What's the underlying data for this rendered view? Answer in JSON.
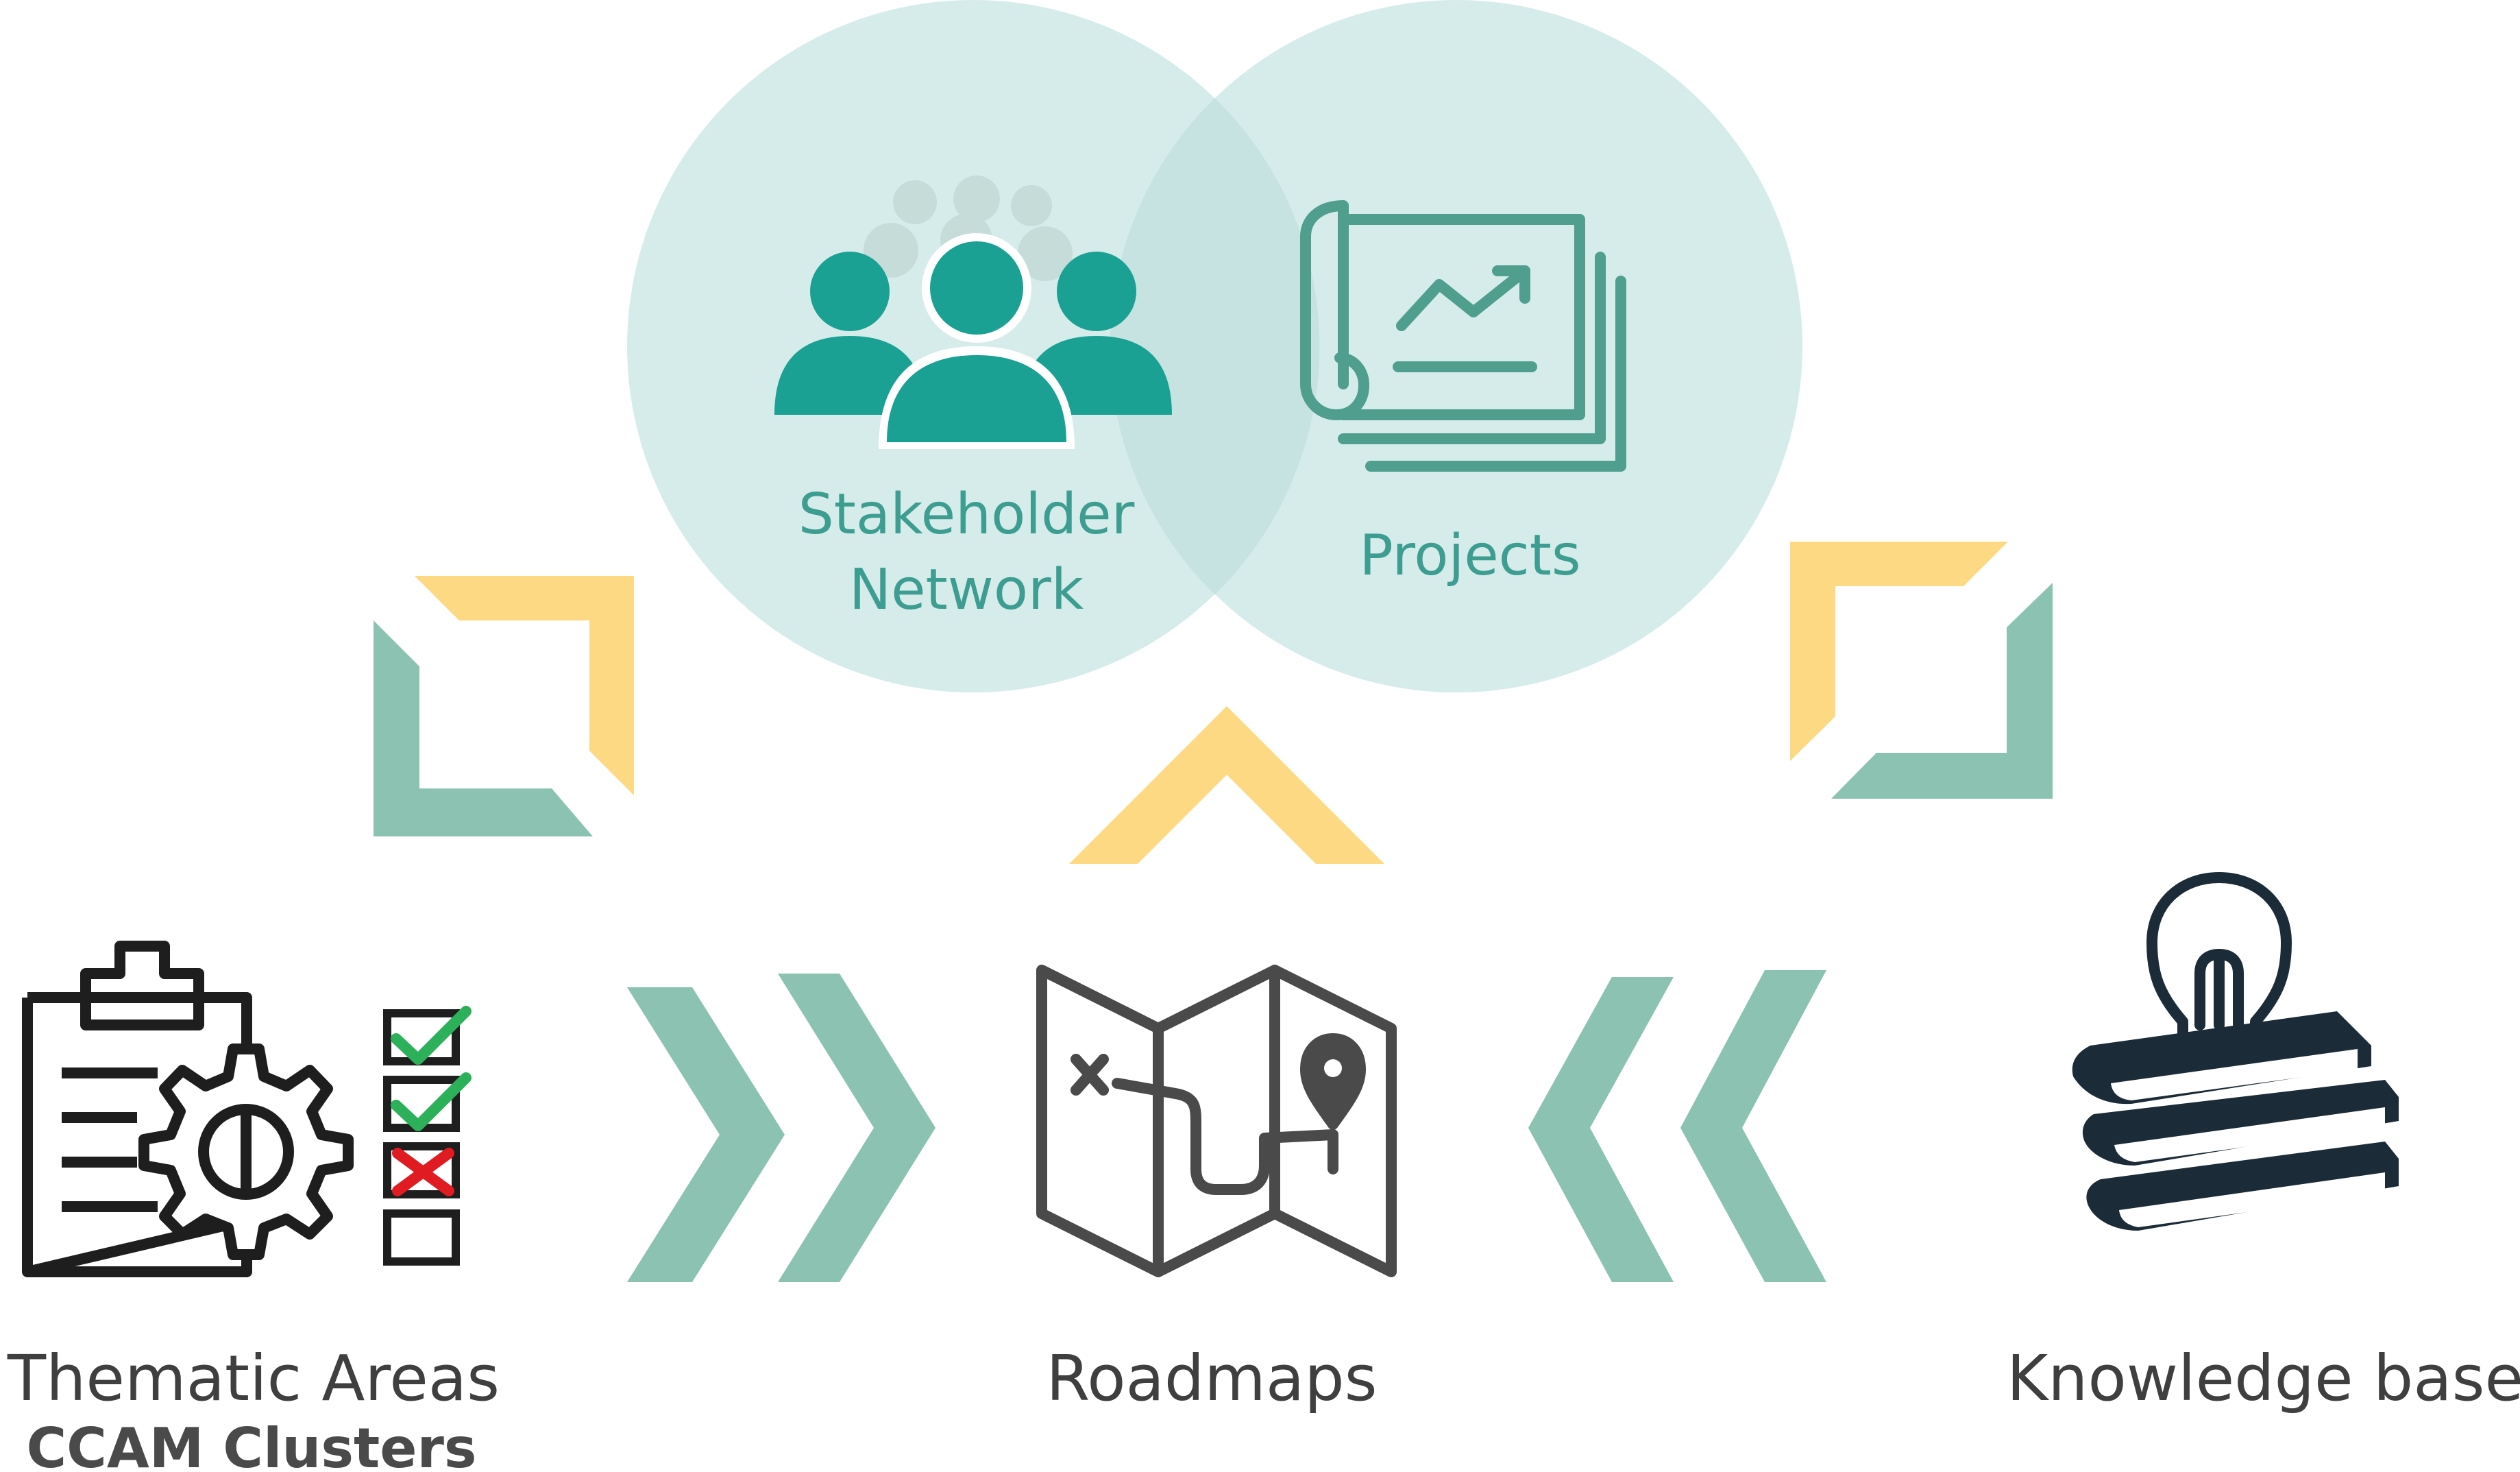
{
  "nodes": {
    "stakeholder_network": {
      "line1": "Stakeholder",
      "line2": "Network"
    },
    "projects": {
      "label": "Projects"
    },
    "thematic_areas": {
      "label": "Thematic Areas",
      "sublabel": "CCAM Clusters"
    },
    "roadmaps": {
      "label": "Roadmaps"
    },
    "knowledge_base": {
      "label": "Knowledge base"
    }
  },
  "colors": {
    "circle_fill": "#d6eceb",
    "circle_overlap": "#c6e3e1",
    "teal_icon": "#1aa193",
    "teal_label": "#3d9d91",
    "sage_arrow": "#8cc2b1",
    "yellow_arrow": "#fcd982",
    "dark_icon": "#1e1e1e",
    "label_gray": "#3f3f3f",
    "book_navy": "#1c2b38",
    "check_green": "#2cb05a",
    "cross_red": "#e01b22"
  }
}
